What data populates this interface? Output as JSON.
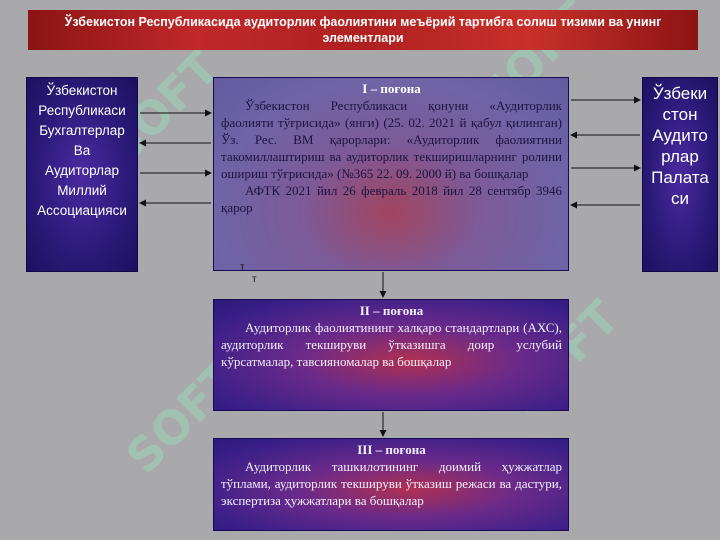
{
  "title": "Ўзбекистон Республикасида аудиторлик фаолиятини меъёрий тартибга солиш тизими ва унинг элементлари",
  "left_box": {
    "lines": [
      "Ўзбекистон",
      "Республикаси",
      "Бухгалтерлар",
      "Ва",
      "Аудиторлар",
      "Миллий",
      "Ассоциацияси"
    ]
  },
  "right_box": {
    "lines": [
      "Ўзбеки",
      "стон",
      "Аудито",
      "рлар",
      "Палата",
      "си"
    ]
  },
  "tiers": [
    {
      "heading": "I – поғона",
      "paragraphs": [
        "Ўзбекистон Республикаси қонуни «Аудиторлик фаолияти тўғрисида» (янги) (25. 02. 2021 й қабул қилинган) Ўз. Рес. ВМ қарорлари: «Аудиторлик фаолиятини такомиллаштириш ва аудиторлик текширишларнинг ролини ошириш тўғрисида» (№365 22. 09. 2000 й) ва бошқалар",
        "АФТК 2021 йил 26 февраль 2018 йил 28 сентябр 3946 қарор"
      ]
    },
    {
      "heading": "II – поғона",
      "paragraphs": [
        "Аудиторлик фаолиятининг халқаро стандартлари (АХС), аудиторлик текшируви ўтказишга доир услубий кўрсатмалар, тавсияномалар ва бошқалар"
      ]
    },
    {
      "heading": "III – поғона",
      "paragraphs": [
        "Аудиторлик ташкилотининг доимий ҳужжатлар тўплами, аудиторлик текшируви ўтказиш режаси ва дастури, экспертиза ҳужжатлари ва бошқалар"
      ]
    }
  ],
  "small_marks": [
    "т",
    "т"
  ],
  "watermark_text": "SOFT",
  "colors": {
    "title_bg": "#b02020",
    "side_box_bg": "#2a1a78",
    "page_bg": "#a9a9ab"
  }
}
